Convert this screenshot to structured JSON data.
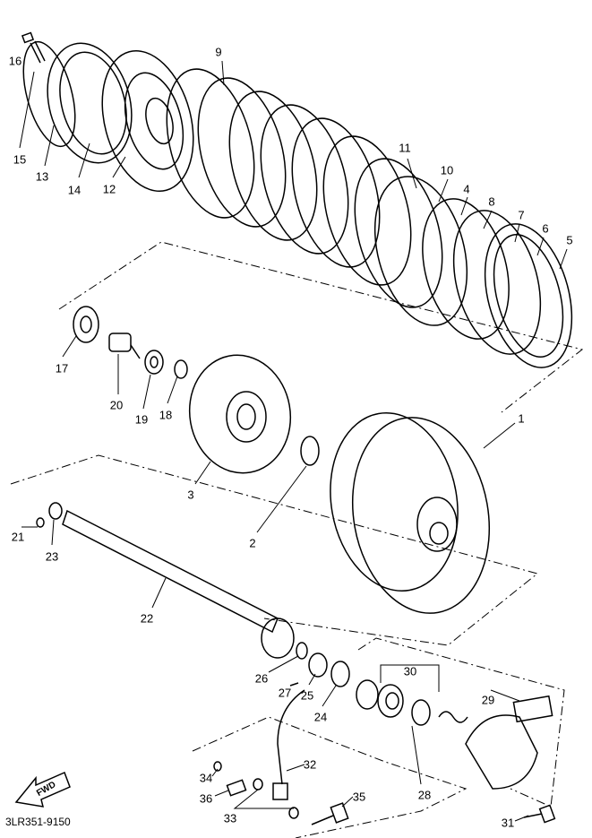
{
  "diagram": {
    "part_code": "3LR351-9150",
    "direction_arrow": "FWD",
    "callouts": [
      "1",
      "2",
      "3",
      "4",
      "5",
      "6",
      "7",
      "8",
      "9",
      "10",
      "11",
      "12",
      "13",
      "14",
      "15",
      "16",
      "17",
      "18",
      "19",
      "20",
      "21",
      "22",
      "23",
      "24",
      "25",
      "26",
      "27",
      "28",
      "29",
      "30",
      "31",
      "32",
      "33",
      "34",
      "35",
      "36"
    ]
  }
}
